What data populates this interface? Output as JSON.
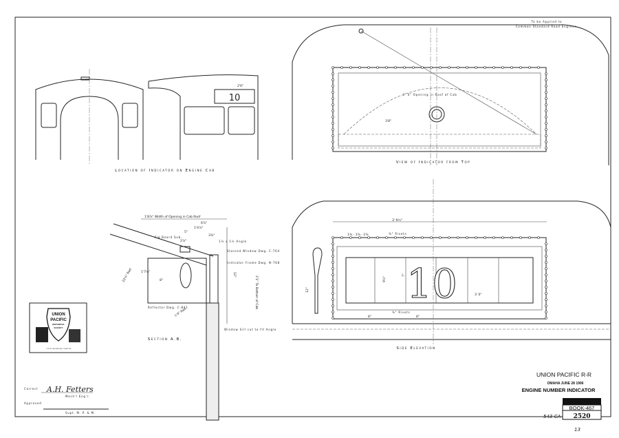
{
  "header_note": {
    "line1": "To be Applied to",
    "line2": "Common Standard Road Engines."
  },
  "views": {
    "location": {
      "caption": "Location of Indicator on Engine Cab",
      "dim": "2'6\"",
      "number": "10"
    },
    "top": {
      "caption": "View of Indicator from Top",
      "opening": "3' 4\" Opening in Roof of Cab",
      "dim": "3'8\""
    },
    "section": {
      "caption": "Section A.B.",
      "dims": [
        "1'8⅞\" Width of Opening in Cab Roof",
        "6⅞\"",
        "1'4⅞\"",
        "5\"",
        "2⅞\"",
        "3⅜\"",
        "1'7⅛\"",
        "8\"",
        "1'4\" Rad",
        "22½\" Rad",
        "12\"",
        "2'1\" To Bottom of Cab"
      ],
      "labels": [
        "Fig Board Sub.",
        "1½ x 1½ Angle",
        "Stained Window Dwg. C-764",
        "Indicator Frame Dwg. N-768",
        "Reflector Dwg. C-841",
        "Window Sill cut to fit Angle"
      ]
    },
    "side": {
      "caption": "Side Elevation",
      "number": "10",
      "overall": "3' 9¼\"",
      "inner": "3' 0\"",
      "rivets_top": "⅜\" Rivets",
      "rivets_bottom": "⅜\" Rivets",
      "dims": [
        "1⅜ - 1⅜ - 1⅜",
        "9½\"",
        "7\"",
        "12\"",
        "8\"",
        "8\""
      ]
    }
  },
  "logo": {
    "line1": "UNION",
    "line2": "PACIFIC",
    "line3": "HISTORICAL",
    "line4": "SOCIETY",
    "footer": "COPY BY UPHS ARCHIVE COMMITTEE"
  },
  "signatures": {
    "correct_label": "Correct",
    "signature": "A.H. Fetters",
    "mech_title": "Mech'l Eng'r.",
    "approved_label": "Approved",
    "supt_title": "Supt. M. P. & M."
  },
  "title_block": {
    "company": "UNION PACIFIC R-R",
    "place_date": "OMAHA   JUNE 28 1906",
    "title": "ENGINE NUMBER INDICATOR",
    "book": "BOOK-467",
    "drawing_no": "2520",
    "ref": "543 CA",
    "sheet": "13"
  }
}
